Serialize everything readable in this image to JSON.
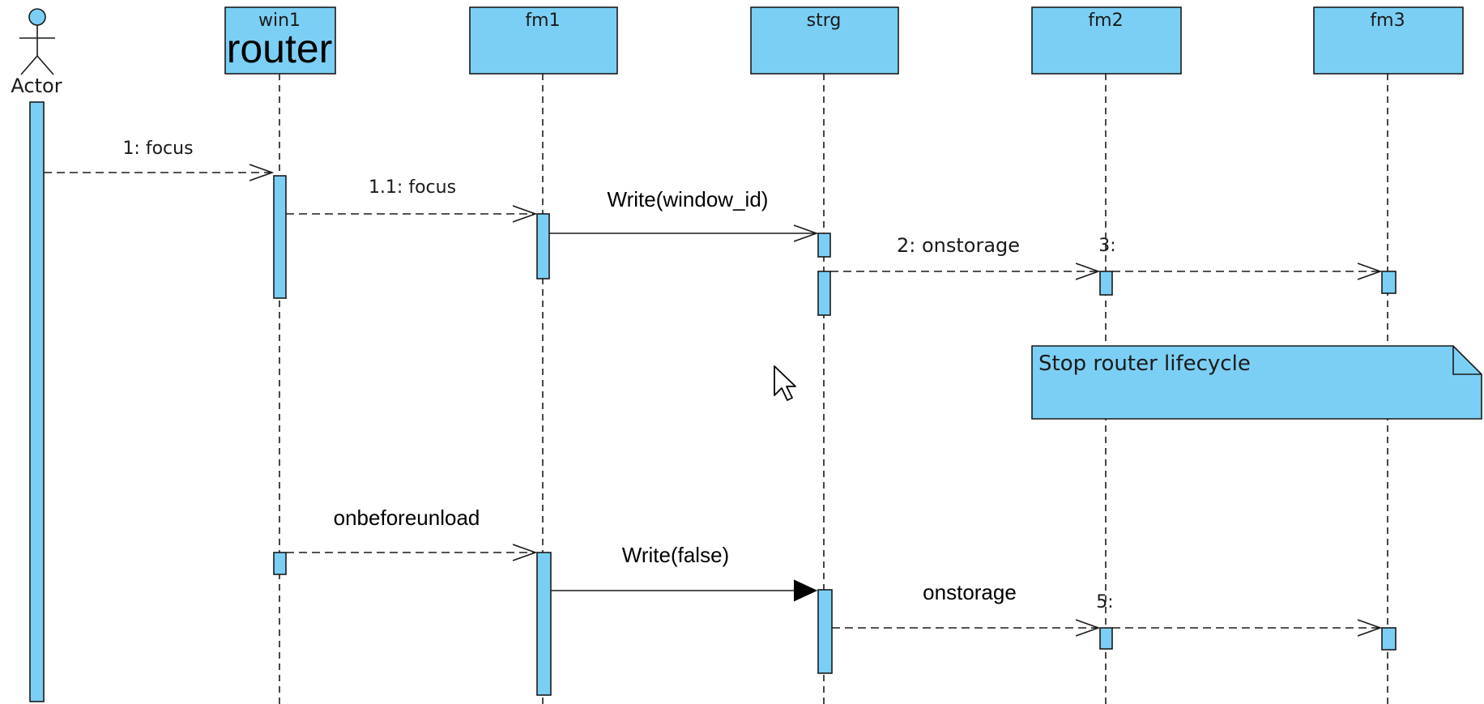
{
  "colors": {
    "fill": "#7ccff4",
    "stroke": "#1a1a1a",
    "text": "#1a1a1a",
    "background": "#ffffff"
  },
  "actor": {
    "label": "Actor",
    "icon": "stick-figure-icon"
  },
  "lifelines": [
    {
      "id": "win1",
      "title": "win1",
      "subtitle": "router"
    },
    {
      "id": "fm1",
      "title": "fm1"
    },
    {
      "id": "strg",
      "title": "strg"
    },
    {
      "id": "fm2",
      "title": "fm2"
    },
    {
      "id": "fm3",
      "title": "fm3"
    }
  ],
  "messages": [
    {
      "label": "1: focus",
      "from": "Actor",
      "to": "win1",
      "style": "dashed-open"
    },
    {
      "label": "1.1: focus",
      "from": "win1",
      "to": "fm1",
      "style": "dashed-open"
    },
    {
      "label": "Write(window_id)",
      "from": "fm1",
      "to": "strg",
      "style": "solid-open"
    },
    {
      "label": "2: onstorage",
      "from": "strg",
      "to": "fm2",
      "style": "dashed-open"
    },
    {
      "label": "3:",
      "from": "fm2",
      "to": "fm3",
      "style": "dashed-open"
    },
    {
      "label": "onbeforeunload",
      "from": "win1",
      "to": "fm1",
      "style": "dashed-open"
    },
    {
      "label": "Write(false)",
      "from": "fm1",
      "to": "strg",
      "style": "solid-filled"
    },
    {
      "label": "onstorage",
      "from": "strg",
      "to": "fm2",
      "style": "dashed-open"
    },
    {
      "label": "5:",
      "from": "fm2",
      "to": "fm3",
      "style": "dashed-open"
    }
  ],
  "note": {
    "text": "Stop router lifecycle"
  },
  "cursor": {
    "icon": "mouse-pointer-icon"
  }
}
